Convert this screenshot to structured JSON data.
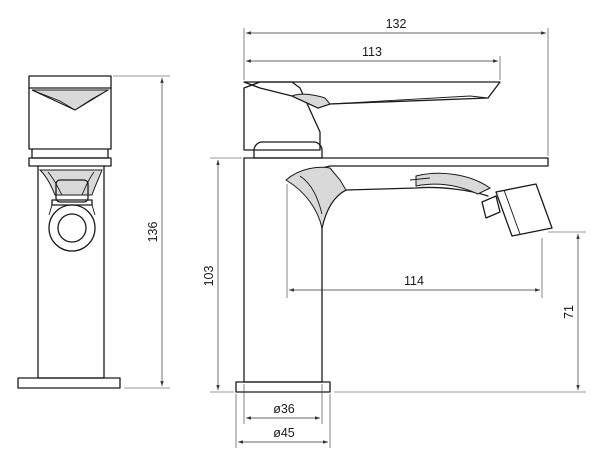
{
  "dimensions": {
    "overall_width": "132",
    "lever_length": "113",
    "height_to_spout": "103",
    "spout_reach": "114",
    "spout_outlet_height": "71",
    "total_height": "136",
    "base_inner_diameter": "ø36",
    "base_outer_diameter": "ø45"
  },
  "colors": {
    "line": "#1a1a1a",
    "shading": "#d9d9d9",
    "background": "#ffffff"
  }
}
